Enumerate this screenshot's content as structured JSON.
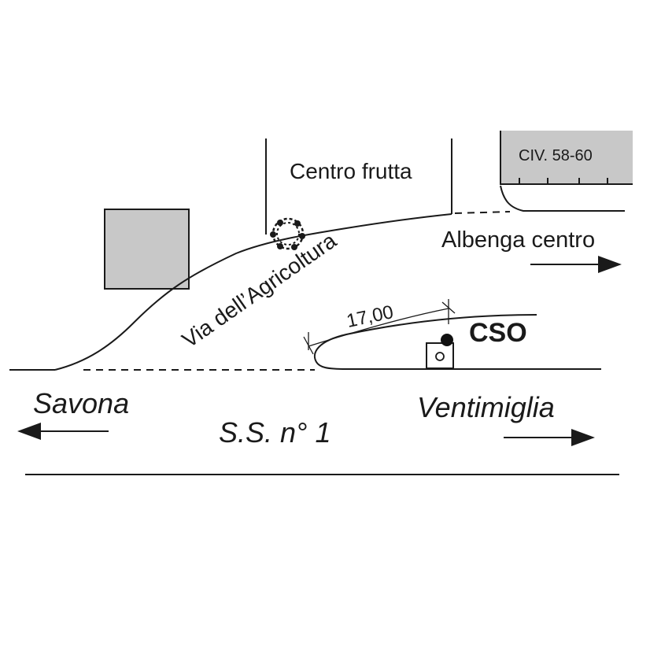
{
  "labels": {
    "centro_frutta": "Centro frutta",
    "civ": "CIV. 58-60",
    "albenga_centro": "Albenga centro",
    "via_agricoltura": "Via dell’Agricoltura",
    "distance": "17,00",
    "cso": "CSO",
    "savona": "Savona",
    "ventimiglia": "Ventimiglia",
    "ss1": "S.S. n° 1"
  },
  "colors": {
    "line": "#1a1a1a",
    "building_fill": "#c8c8c8",
    "background": "#ffffff"
  },
  "icons": {
    "tree": "tree-icon",
    "location_dot": "location-dot-icon",
    "sign": "sign-icon",
    "arrow_left": "arrow-left-icon",
    "arrow_right": "arrow-right-icon"
  }
}
